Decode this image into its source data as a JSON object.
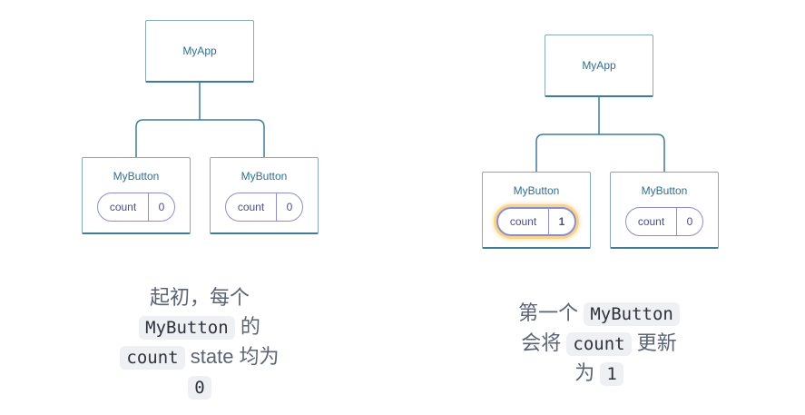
{
  "colors": {
    "node_border": "#8aa9ba",
    "node_border_bottom": "#3e7c99",
    "node_text": "#2f6f8e",
    "connector": "#3e7c99",
    "pill_border": "#8c8ecb",
    "pill_text": "#4a4d8c",
    "highlight_glow": "#f8d38b",
    "sparkle": "#f5c451",
    "caption_text": "#5b6475",
    "code_bg": "#eef0f3"
  },
  "left": {
    "root_label": "MyApp",
    "children": [
      {
        "label": "MyButton",
        "state_key": "count",
        "state_value": "0"
      },
      {
        "label": "MyButton",
        "state_key": "count",
        "state_value": "0"
      }
    ],
    "caption": {
      "line1": "起初，每个",
      "code1": "MyButton",
      "text1": "的",
      "code2": "count",
      "text2": "state 均为",
      "code3": "0"
    }
  },
  "right": {
    "root_label": "MyApp",
    "children": [
      {
        "label": "MyButton",
        "state_key": "count",
        "state_value": "1",
        "highlighted": true
      },
      {
        "label": "MyButton",
        "state_key": "count",
        "state_value": "0",
        "highlighted": false
      }
    ],
    "caption": {
      "text1": "第一个",
      "code1": "MyButton",
      "text2": "会将",
      "code2": "count",
      "text3": "更新",
      "text4": "为",
      "code3": "1"
    }
  }
}
